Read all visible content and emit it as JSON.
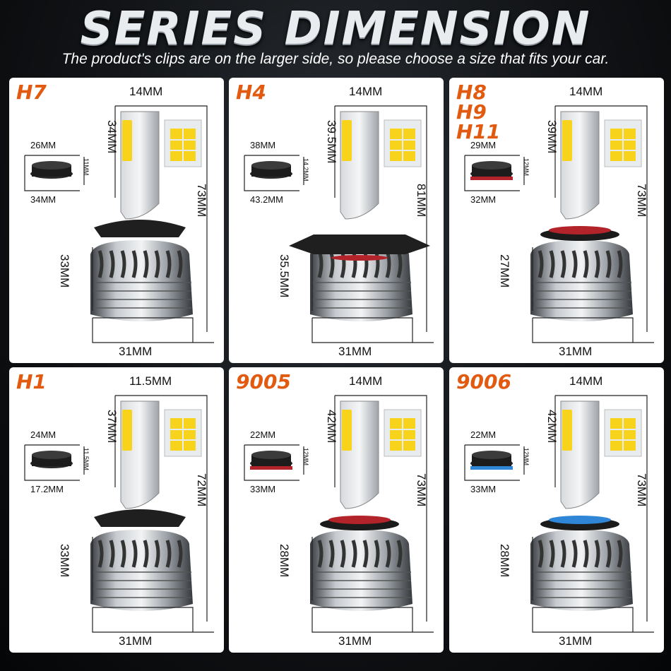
{
  "header": {
    "title": "SERIES DIMENSION",
    "subtitle": "The product's clips are on the larger side, so please choose a size that fits your car."
  },
  "panels": [
    {
      "models": [
        "H7"
      ],
      "dims": {
        "chip_width": "14MM",
        "chip_height": "34MM",
        "total_height": "73MM",
        "base_height": "33MM",
        "base_width": "31MM",
        "adapter_top": "26MM",
        "adapter_side": "11MM",
        "adapter_bottom": "34MM"
      }
    },
    {
      "models": [
        "H4"
      ],
      "dims": {
        "chip_width": "14MM",
        "chip_height": "39.5MM",
        "total_height": "81MM",
        "base_height": "35.5MM",
        "base_width": "31MM",
        "adapter_top": "38MM",
        "adapter_side": "14.2MM",
        "adapter_bottom": "43.2MM"
      }
    },
    {
      "models": [
        "H8",
        "H9",
        "H11"
      ],
      "dims": {
        "chip_width": "14MM",
        "chip_height": "39MM",
        "total_height": "73MM",
        "base_height": "27MM",
        "base_width": "31MM",
        "adapter_top": "29MM",
        "adapter_side": "12MM",
        "adapter_bottom": "32MM"
      }
    },
    {
      "models": [
        "H1"
      ],
      "dims": {
        "chip_width": "11.5MM",
        "chip_height": "37MM",
        "total_height": "72MM",
        "base_height": "33MM",
        "base_width": "31MM",
        "adapter_top": "24MM",
        "adapter_side": "11.5MM",
        "adapter_bottom": "17.2MM"
      }
    },
    {
      "models": [
        "9005"
      ],
      "dims": {
        "chip_width": "14MM",
        "chip_height": "42MM",
        "total_height": "73MM",
        "base_height": "28MM",
        "base_width": "31MM",
        "adapter_top": "22MM",
        "adapter_side": "12MM",
        "adapter_bottom": "33MM"
      }
    },
    {
      "models": [
        "9006"
      ],
      "dims": {
        "chip_width": "14MM",
        "chip_height": "42MM",
        "total_height": "73MM",
        "base_height": "28MM",
        "base_width": "31MM",
        "adapter_top": "22MM",
        "adapter_side": "12MM",
        "adapter_bottom": "33MM"
      }
    }
  ],
  "colors": {
    "model_label": "#e25a10",
    "chip_yellow": "#f7d31c",
    "ring_red": "#b3232a",
    "ring_blue": "#2f86d6"
  }
}
